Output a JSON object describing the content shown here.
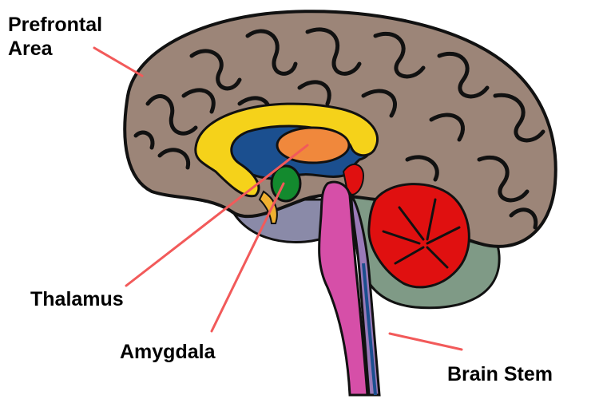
{
  "labels": {
    "prefrontal_line1": "Prefrontal",
    "prefrontal_line2": "Area",
    "thalamus": "Thalamus",
    "amygdala": "Amygdala",
    "brain_stem": "Brain Stem"
  },
  "colors": {
    "cortex": "#9c8578",
    "cortex_fold": "#111111",
    "ventricle": "#1b4f8f",
    "corpus_callosum": "#f5d21a",
    "thalamus": "#f0883c",
    "amygdala": "#138a2e",
    "cerebellum": "#e01010",
    "brain_stem": "#d64fa8",
    "spinal": "#9a7ab8",
    "lower_region": "#8a8aa8",
    "pointer_line": "#f25a5a"
  }
}
